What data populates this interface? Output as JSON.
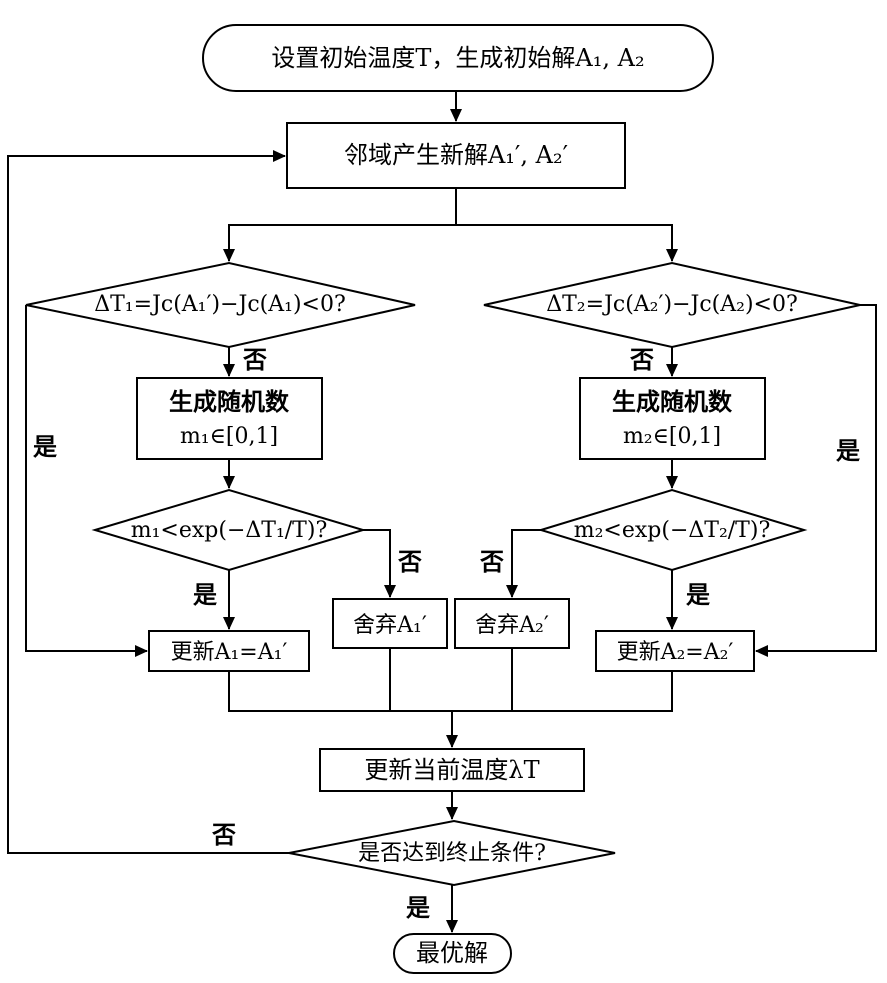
{
  "nodes": {
    "start": "设置初始温度T，生成初始解A₁, A₂",
    "neighborhood": "邻域产生新解A₁′, A₂′",
    "decision_1": "ΔT₁=Jc(A₁′)−Jc(A₁)<0?",
    "decision_2": "ΔT₂=Jc(A₂′)−Jc(A₂)<0?",
    "random_1_title": "生成随机数",
    "random_1_range": "m₁∈[0,1]",
    "random_2_title": "生成随机数",
    "random_2_range": "m₂∈[0,1]",
    "accept_1": "m₁<exp(−ΔT₁/T)?",
    "accept_2": "m₂<exp(−ΔT₂/T)?",
    "discard_1": "舍弃A₁′",
    "discard_2": "舍弃A₂′",
    "update_1": "更新A₁=A₁′",
    "update_2": "更新A₂=A₂′",
    "update_temp": "更新当前温度λT",
    "stop_check": "是否达到终止条件?",
    "end": "最优解"
  },
  "labels": {
    "yes": "是",
    "no": "否"
  }
}
